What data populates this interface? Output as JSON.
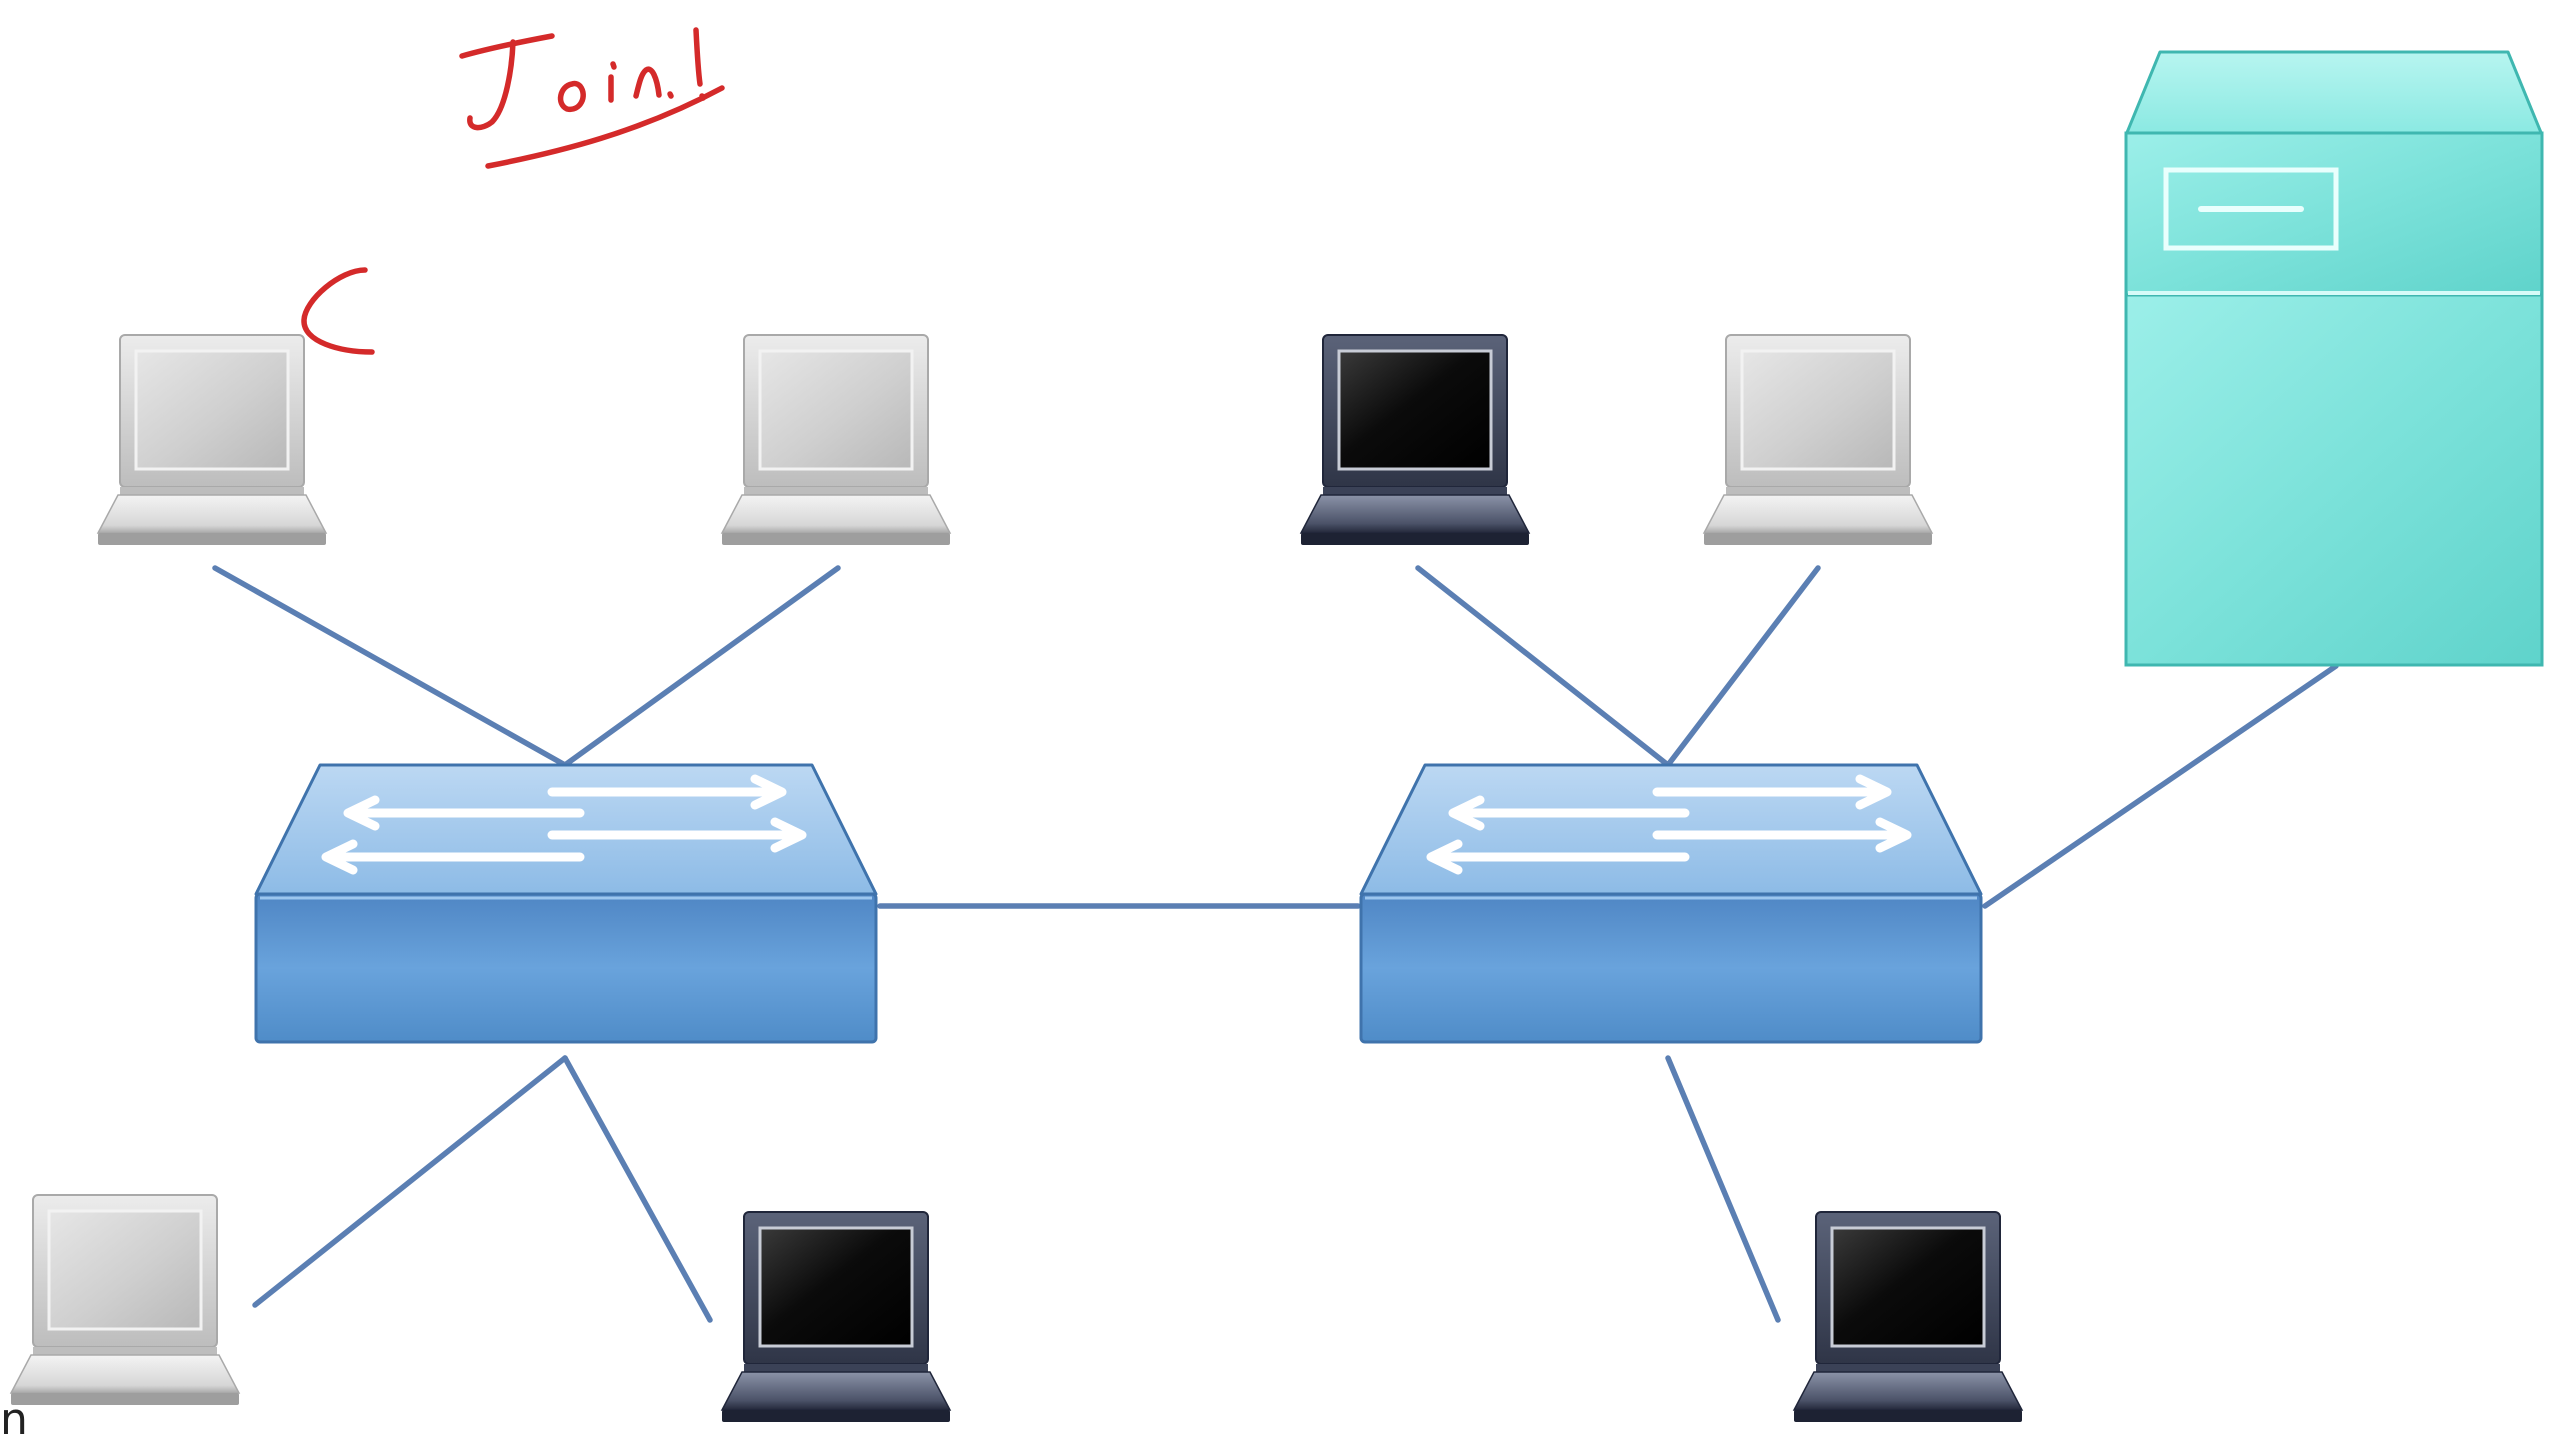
{
  "diagram": {
    "annotation": {
      "text": "Join!",
      "color": "#d42a2a",
      "mark_near_laptop": "C"
    },
    "colors": {
      "link": "#5b7fb3",
      "switch_top": "#a9cbed",
      "switch_front": "#5d97d3",
      "switch_edge": "#3f73ac",
      "server": "#7fe3dc",
      "server_edge": "#3fb7b0",
      "laptop_silver": "#d4d4d4",
      "laptop_dark": "#30374a"
    },
    "nodes": [
      {
        "id": "laptop-1",
        "type": "laptop",
        "variant": "silver",
        "icon": "laptop-icon"
      },
      {
        "id": "laptop-2",
        "type": "laptop",
        "variant": "silver",
        "icon": "laptop-icon"
      },
      {
        "id": "laptop-3",
        "type": "laptop",
        "variant": "dark",
        "icon": "laptop-icon"
      },
      {
        "id": "laptop-4",
        "type": "laptop",
        "variant": "silver",
        "icon": "laptop-icon"
      },
      {
        "id": "laptop-5",
        "type": "laptop",
        "variant": "silver",
        "icon": "laptop-icon"
      },
      {
        "id": "laptop-6",
        "type": "laptop",
        "variant": "dark",
        "icon": "laptop-icon"
      },
      {
        "id": "laptop-7",
        "type": "laptop",
        "variant": "dark",
        "icon": "laptop-icon"
      },
      {
        "id": "switch-1",
        "type": "switch",
        "icon": "network-switch-icon"
      },
      {
        "id": "switch-2",
        "type": "switch",
        "icon": "network-switch-icon"
      },
      {
        "id": "server-1",
        "type": "server",
        "icon": "server-tower-icon"
      }
    ],
    "links": [
      {
        "from": "laptop-1",
        "to": "switch-1"
      },
      {
        "from": "laptop-2",
        "to": "switch-1"
      },
      {
        "from": "laptop-5",
        "to": "switch-1"
      },
      {
        "from": "laptop-6",
        "to": "switch-1"
      },
      {
        "from": "switch-1",
        "to": "switch-2"
      },
      {
        "from": "laptop-3",
        "to": "switch-2"
      },
      {
        "from": "laptop-4",
        "to": "switch-2"
      },
      {
        "from": "laptop-7",
        "to": "switch-2"
      },
      {
        "from": "server-1",
        "to": "switch-2"
      }
    ],
    "edge_glyph": "n"
  }
}
